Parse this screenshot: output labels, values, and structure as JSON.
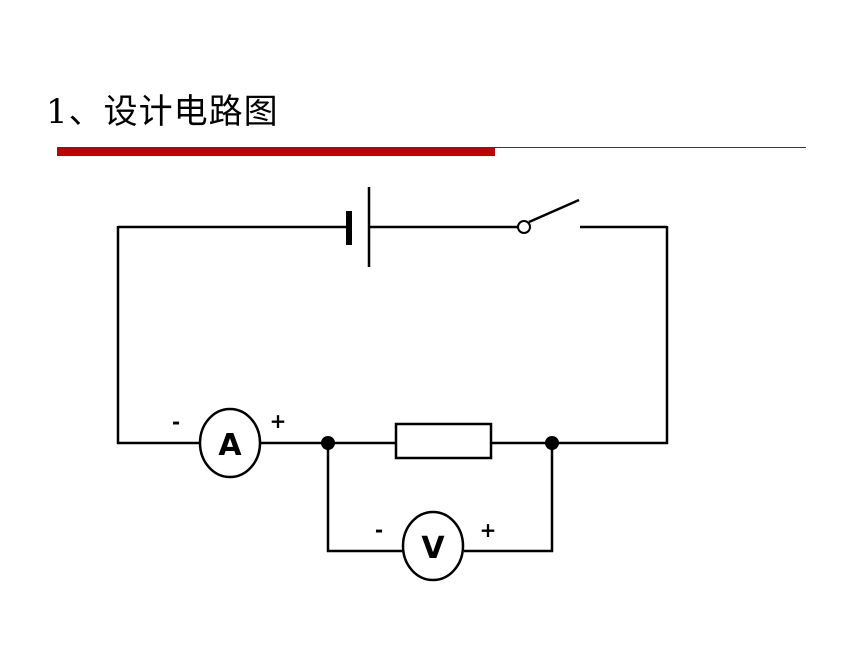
{
  "slide": {
    "title": "1、设计电路图"
  },
  "colors": {
    "accent_bar": "#c00000",
    "wire": "#000000"
  },
  "diagram": {
    "ammeter": {
      "label": "A",
      "minus": "-",
      "plus": "+"
    },
    "voltmeter": {
      "label": "V",
      "minus": "-",
      "plus": "+"
    }
  }
}
